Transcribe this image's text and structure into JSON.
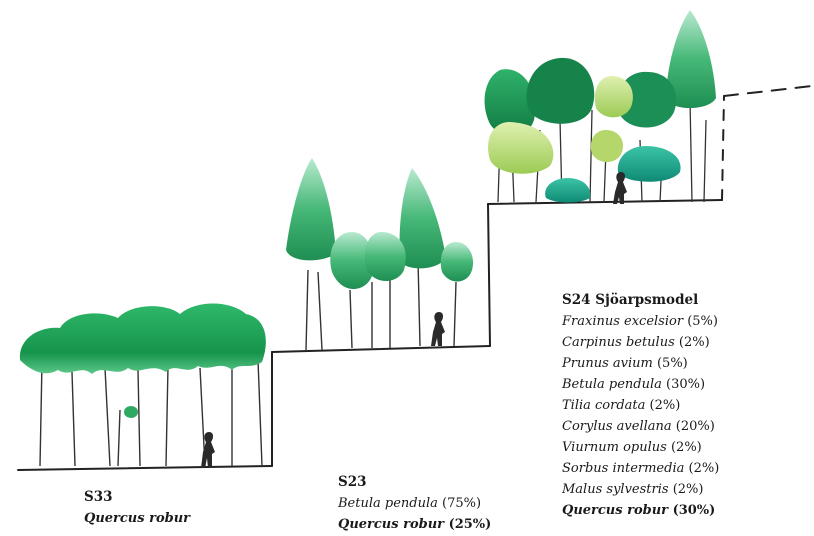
{
  "sections": {
    "s33": {
      "title": "S33",
      "species": [
        {
          "name": "Quercus robur",
          "pct": "",
          "bold": true
        }
      ]
    },
    "s23": {
      "title": "S23",
      "species": [
        {
          "name": "Betula pendula",
          "pct": "(75%)",
          "bold": false
        },
        {
          "name": "Quercus robur",
          "pct": "(25%)",
          "bold": true
        }
      ]
    },
    "s24": {
      "title": "S24 Sjöarpsmodel",
      "species": [
        {
          "name": "Fraxinus excelsior",
          "pct": "(5%)",
          "bold": false
        },
        {
          "name": "Carpinus betulus",
          "pct": "(2%)",
          "bold": false
        },
        {
          "name": "Prunus avium",
          "pct": "(5%)",
          "bold": false
        },
        {
          "name": "Betula pendula",
          "pct": "(30%)",
          "bold": false
        },
        {
          "name": "Tilia cordata",
          "pct": "(2%)",
          "bold": false
        },
        {
          "name": "Corylus avellana",
          "pct": "(20%)",
          "bold": false
        },
        {
          "name": "Viurnum opulus",
          "pct": "(2%)",
          "bold": false
        },
        {
          "name": "Sorbus intermedia",
          "pct": "(2%)",
          "bold": false
        },
        {
          "name": "Malus sylvestris",
          "pct": "(2%)",
          "bold": false
        },
        {
          "name": "Quercus robur",
          "pct": "(30%)",
          "bold": true
        }
      ]
    }
  },
  "colors": {
    "canopy_dark": "#1a8a4e",
    "canopy_mid": "#2fa862",
    "canopy_light": "#8fd6a0",
    "canopy_lime": "#b5d66a",
    "canopy_teal": "#1fa48c",
    "trunk": "#333333",
    "ground": "#222222"
  }
}
